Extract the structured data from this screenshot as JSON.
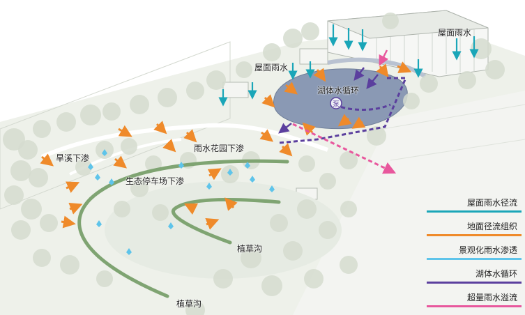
{
  "labels": {
    "roof_runoff_right": "屋面雨水",
    "roof_runoff_mid": "屋面雨水",
    "lake_cycle": "湖体水循环",
    "lake_icon_glyph": "泵",
    "rain_garden": "雨水花园下渗",
    "dry_creek": "旱溪下渗",
    "eco_parking": "生态停车场下渗",
    "swale_1": "植草沟",
    "swale_2": "植草沟"
  },
  "legend": [
    {
      "label": "屋面雨水径流",
      "color": "#1aa6b8"
    },
    {
      "label": "地面径流组织",
      "color": "#ef8a2a"
    },
    {
      "label": "景观化雨水渗透",
      "color": "#5ec4ea"
    },
    {
      "label": "湖体水循环",
      "color": "#5b3f9e"
    },
    {
      "label": "超量雨水溢流",
      "color": "#e8579d"
    }
  ],
  "colors": {
    "roof": "#1aa6b8",
    "ground": "#ef8a2a",
    "infiltration": "#5ec4ea",
    "lake_cycle": "#5b3f9e",
    "overflow": "#e8579d",
    "swale": "#7fa472",
    "tree": "#d5dccf",
    "lake": "#8a99b4"
  }
}
